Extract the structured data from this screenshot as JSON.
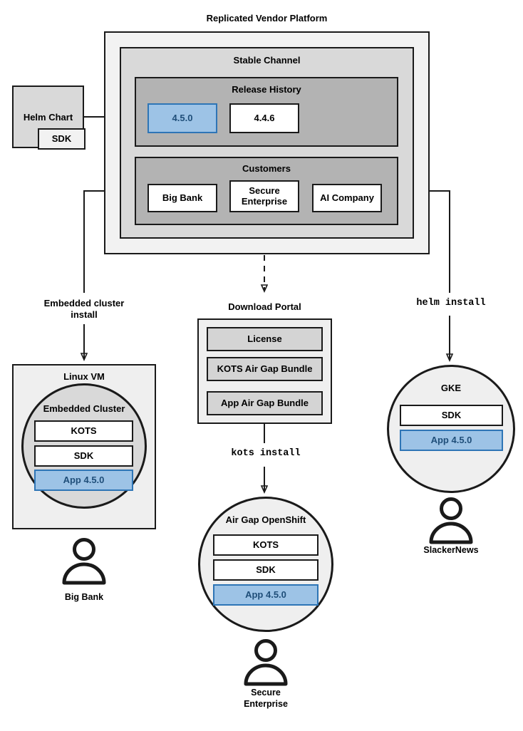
{
  "platform": {
    "title": "Replicated Vendor Platform",
    "channel": {
      "title": "Stable Channel",
      "release_history": {
        "title": "Release History",
        "releases": [
          {
            "label": "4.5.0",
            "state": "current",
            "color": "#9dc3e6"
          },
          {
            "label": "4.4.6",
            "state": "previous",
            "color": "#ffffff"
          }
        ]
      },
      "customers": {
        "title": "Customers",
        "items": [
          {
            "label": "Big Bank"
          },
          {
            "label": "Secure\nEnterprise"
          },
          {
            "label": "AI Company"
          }
        ]
      }
    }
  },
  "helm_chart": {
    "title": "Helm Chart",
    "sdk_label": "SDK"
  },
  "edges": [
    {
      "id": "embedded-cluster-install",
      "label": "Embedded cluster\ninstall",
      "style": "solid",
      "mono": false
    },
    {
      "id": "download-portal-link",
      "label": "",
      "style": "dashed",
      "mono": false
    },
    {
      "id": "kots-install",
      "label": "kots install",
      "style": "solid",
      "mono": true
    },
    {
      "id": "helm-install",
      "label": "helm install",
      "style": "solid",
      "mono": true
    }
  ],
  "linux_vm": {
    "title": "Linux VM",
    "embedded_cluster": {
      "title": "Embedded Cluster",
      "components": [
        {
          "label": "KOTS",
          "variant": "white"
        },
        {
          "label": "SDK",
          "variant": "white"
        },
        {
          "label": "App 4.5.0",
          "variant": "blue"
        }
      ]
    },
    "actor": "Big Bank"
  },
  "download_portal": {
    "title": "Download Portal",
    "items": [
      {
        "label": "License"
      },
      {
        "label": "KOTS Air Gap Bundle"
      },
      {
        "label": "App Air Gap Bundle"
      }
    ]
  },
  "air_gap_openshift": {
    "title": "Air Gap OpenShift",
    "components": [
      {
        "label": "KOTS",
        "variant": "white"
      },
      {
        "label": "SDK",
        "variant": "white"
      },
      {
        "label": "App 4.5.0",
        "variant": "blue"
      }
    ],
    "actor": "Secure\nEnterprise"
  },
  "gke": {
    "title": "GKE",
    "components": [
      {
        "label": "SDK",
        "variant": "white"
      },
      {
        "label": "App 4.5.0",
        "variant": "blue"
      }
    ],
    "actor": "SlackerNews"
  },
  "colors": {
    "accent_blue_fill": "#9dc3e6",
    "accent_blue_border": "#2e75b6",
    "accent_blue_text": "#1f4e79",
    "frame_outer": "#f2f2f2",
    "frame_channel": "#d9d9d9",
    "frame_inner": "#b3b3b3",
    "stroke": "#1a1a1a"
  }
}
